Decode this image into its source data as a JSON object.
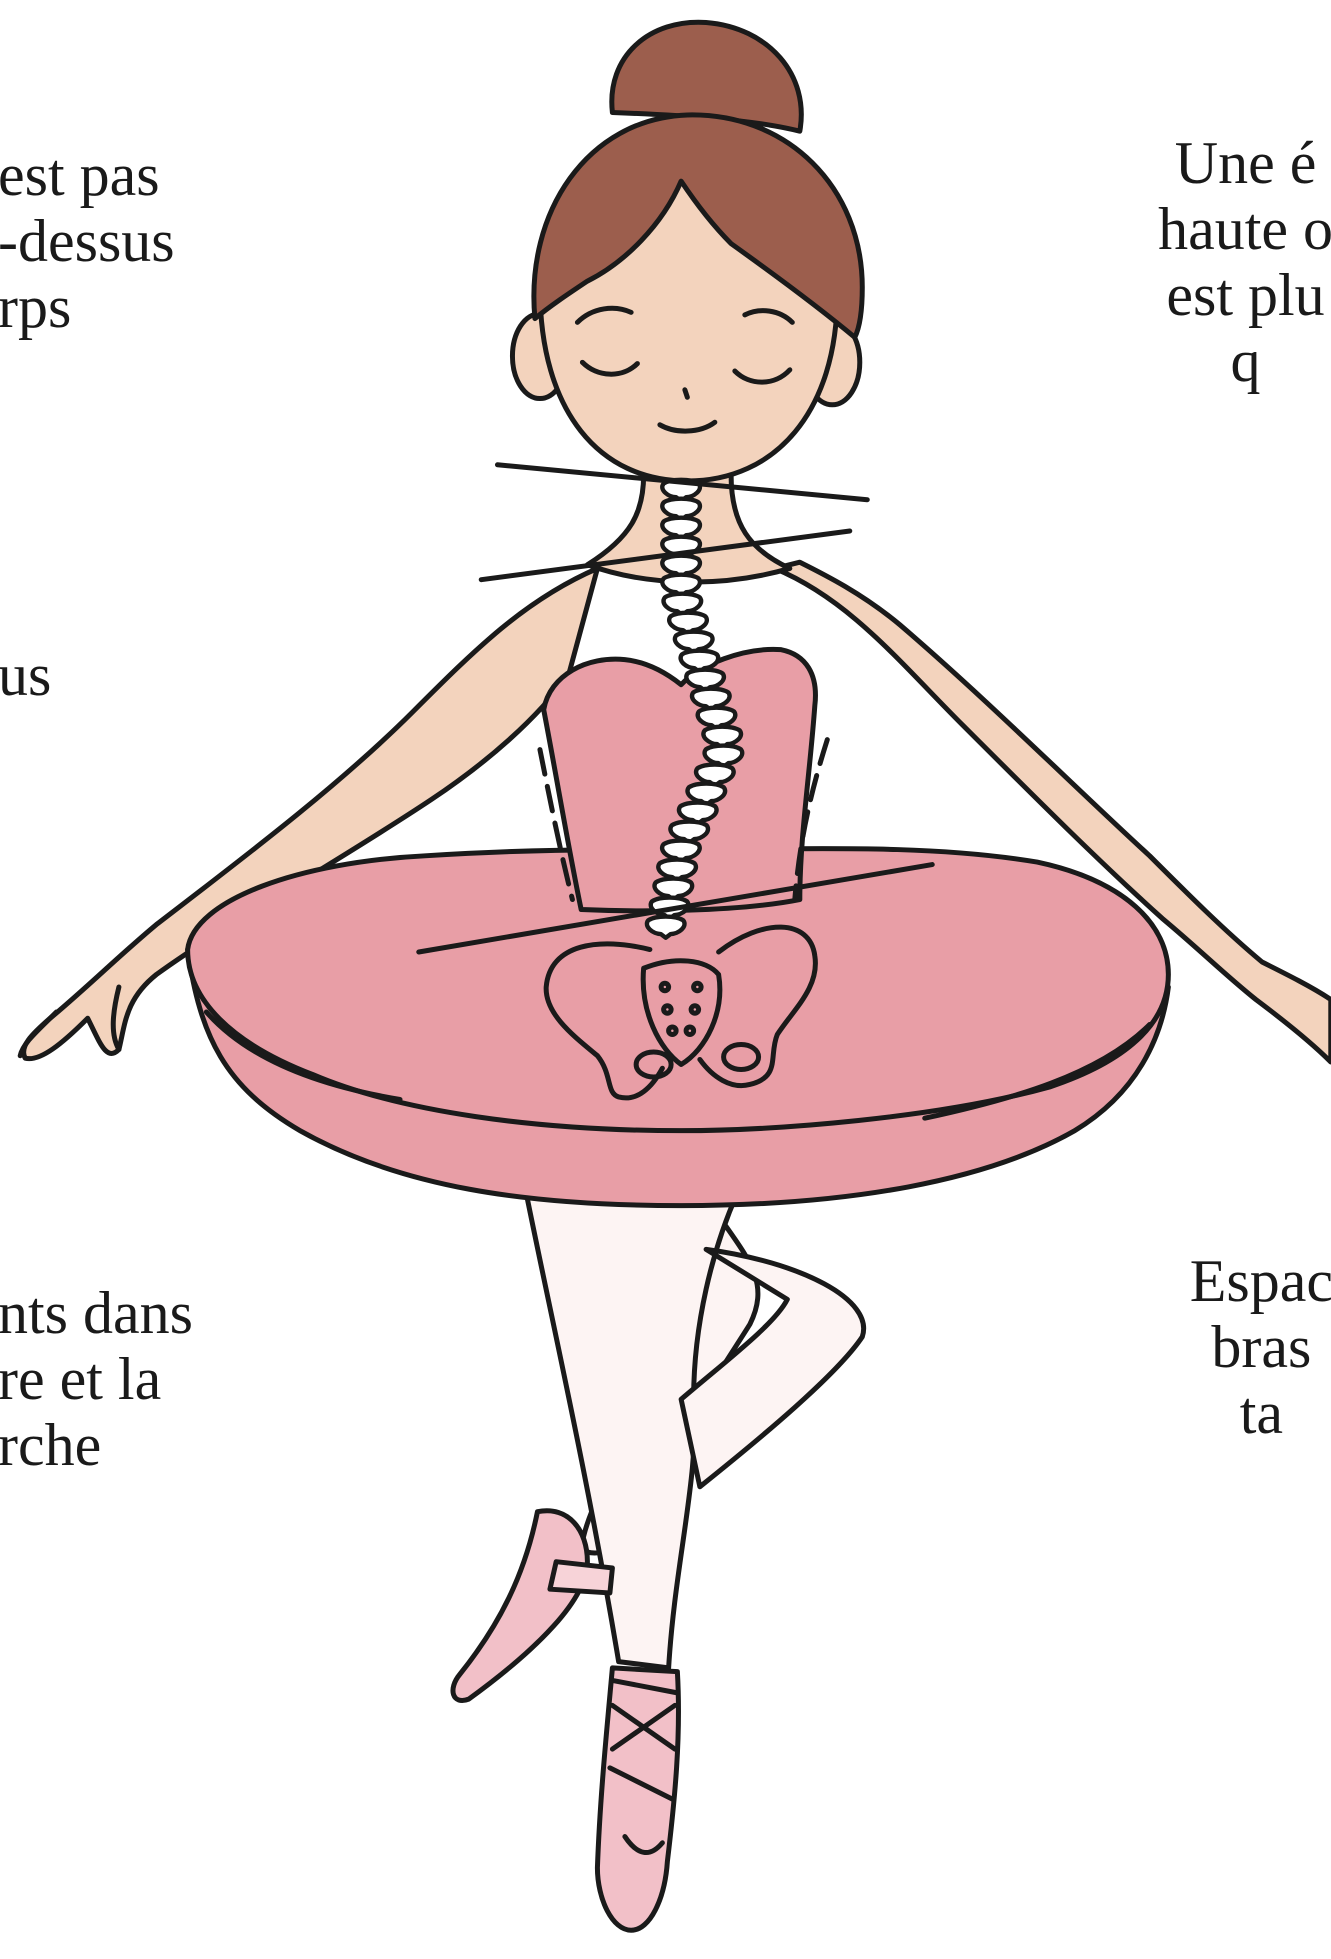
{
  "labels": {
    "top_left": "est pas\n-dessus\nrps",
    "mid_left": "us",
    "bottom_left": "nts dans\nre et la\nrche",
    "top_right": "Une é\nhaute o\nest plu\nq",
    "bottom_right": "Espac\nbras\nta"
  },
  "colors": {
    "outline": "#1a1a1a",
    "skin": "#f3d3bd",
    "hair": "#9c5e4d",
    "tutu": "#e89ea6",
    "tights": "#fdf4f3",
    "shoe": "#f2c0c8",
    "shoe_ribbon": "#f7d3d8"
  }
}
